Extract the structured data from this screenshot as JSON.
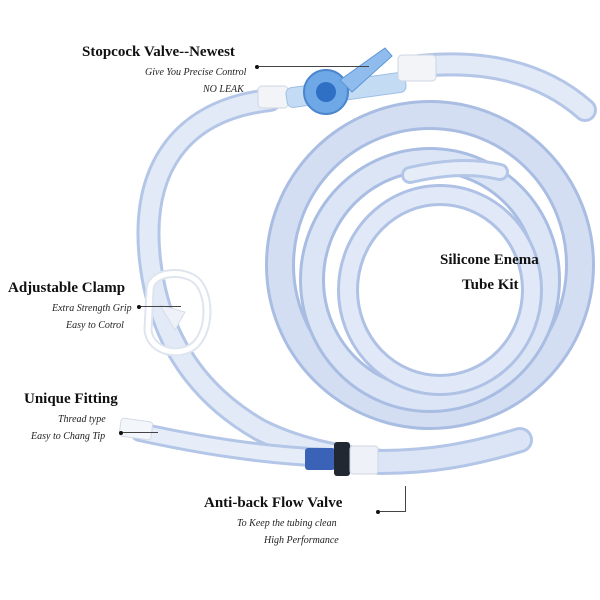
{
  "product": {
    "title_line1": "Silicone Enema",
    "title_line2": "Tube Kit"
  },
  "callouts": {
    "stopcock": {
      "title": "Stopcock Valve--Newest",
      "lines": [
        "Give You Precise Control",
        "NO LEAK"
      ]
    },
    "clamp": {
      "title": "Adjustable Clamp",
      "lines": [
        "Extra Strength Grip",
        "Easy to Cotrol"
      ]
    },
    "fitting": {
      "title": "Unique Fitting",
      "lines": [
        "Thread type",
        "Easy to Chang Tip"
      ]
    },
    "antiback": {
      "title": "Anti-back Flow Valve",
      "lines": [
        "To Keep the tubing clean",
        "High Performance"
      ]
    }
  },
  "colors": {
    "tube": "#cfdcf2",
    "tube_edge": "#a9bde3",
    "valve_blue": "#5b9fe0",
    "valve_body": "#bcd8f5",
    "connector": "#f2f4f8",
    "backflow_dark": "#222831",
    "backflow_blue": "#3a63b8"
  }
}
